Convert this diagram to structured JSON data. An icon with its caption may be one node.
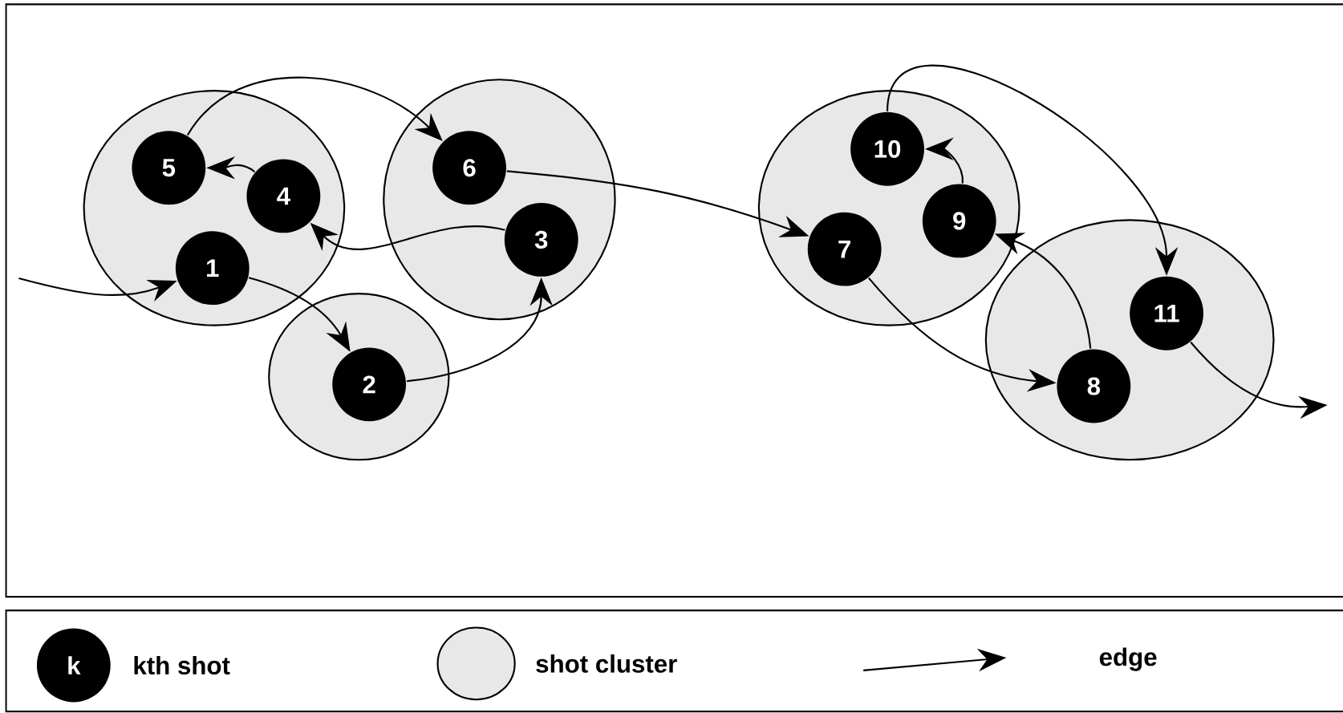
{
  "diagram": {
    "nodes": [
      {
        "text": [],
        "shape": "ellipse"
      },
      {
        "text": [
          "5"
        ],
        "in": 0
      },
      {
        "text": [
          "4"
        ],
        "in": 0
      },
      {
        "text": [
          "1"
        ],
        "in": 0
      },
      {
        "text": [],
        "shape": "ellipse"
      },
      {
        "text": [
          "6"
        ],
        "in": 4
      },
      {
        "text": [
          "3"
        ],
        "in": 4
      },
      {
        "text": [],
        "shape": "ellipse"
      },
      {
        "text": [
          "2"
        ],
        "in": 7
      },
      {
        "text": [],
        "shape": "ellipse"
      },
      {
        "text": [
          "10"
        ],
        "in": 9
      },
      {
        "text": [
          "9"
        ],
        "in": 9
      },
      {
        "text": [
          "7"
        ],
        "in": 9
      },
      {
        "text": [],
        "shape": "ellipse"
      },
      {
        "text": [
          "11"
        ],
        "in": 13
      },
      {
        "text": [
          "8"
        ],
        "in": 13
      }
    ],
    "edges": [
      {
        "from": null,
        "to": 3,
        "arrow": "to"
      },
      {
        "from": 3,
        "to": 8,
        "arrow": "to"
      },
      {
        "from": 8,
        "to": 6,
        "arrow": "to"
      },
      {
        "from": 6,
        "to": 2,
        "arrow": "to"
      },
      {
        "from": 2,
        "to": 1,
        "arrow": "to"
      },
      {
        "from": 1,
        "to": 5,
        "arrow": "to"
      },
      {
        "from": 5,
        "to": 12,
        "arrow": "to"
      },
      {
        "from": 12,
        "to": 15,
        "arrow": "to"
      },
      {
        "from": 15,
        "to": 11,
        "arrow": "to"
      },
      {
        "from": 11,
        "to": 10,
        "arrow": "to"
      },
      {
        "from": 10,
        "to": 14,
        "arrow": "to"
      },
      {
        "from": 14,
        "to": null,
        "arrow": "to"
      }
    ],
    "labels": [
      "k"
    ],
    "legend": [
      {
        "text": "kth shot"
      },
      {
        "text": "shot cluster"
      },
      {
        "text": "edge"
      }
    ]
  }
}
